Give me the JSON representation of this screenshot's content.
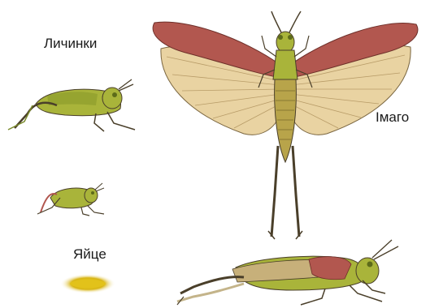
{
  "labels": {
    "larvae": "Личинки",
    "adult": "Імаго",
    "egg": "Яйце"
  },
  "colors": {
    "body_green": "#a9b43a",
    "body_dark": "#5d6b1a",
    "wing_red": "#b2574f",
    "wing_cream": "#e9d3a2",
    "leg_tan": "#c4b48a",
    "outline": "#4a3f2a",
    "egg_yellow": "#e2c21a"
  }
}
